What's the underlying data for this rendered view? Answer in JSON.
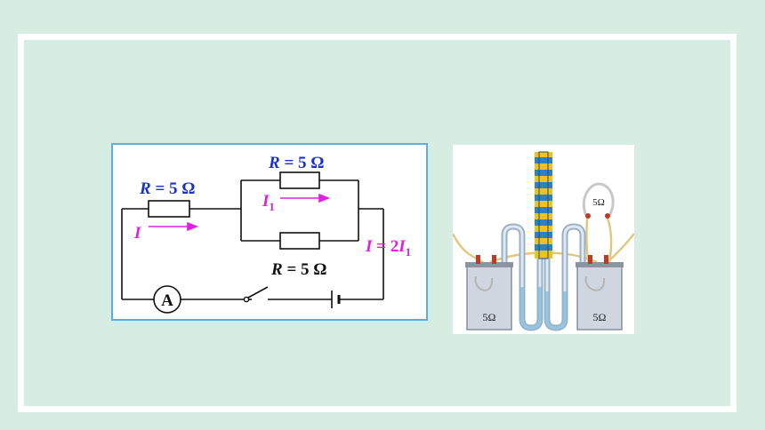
{
  "circuit": {
    "top_resistor_label": {
      "var": "R",
      "rest": " = 5 Ω"
    },
    "left_resistor_label": {
      "var": "R",
      "rest": " = 5 Ω"
    },
    "bottom_resistor_label": {
      "var": "R",
      "rest": " = 5 Ω"
    },
    "branch_current_label": {
      "var": "I",
      "sub": "1"
    },
    "main_current_label": {
      "var": "I"
    },
    "total_current_label": {
      "var": "I",
      "eq": " = 2",
      "var2": "I",
      "sub": "1"
    },
    "ammeter_label": "A",
    "colors": {
      "resistance_label": "#1a2fd0",
      "current_label": "#e020e0",
      "wire": "#111111"
    }
  },
  "apparatus": {
    "left_container_label": "5Ω",
    "right_container_label": "5Ω",
    "external_resistor_label": "5Ω"
  }
}
